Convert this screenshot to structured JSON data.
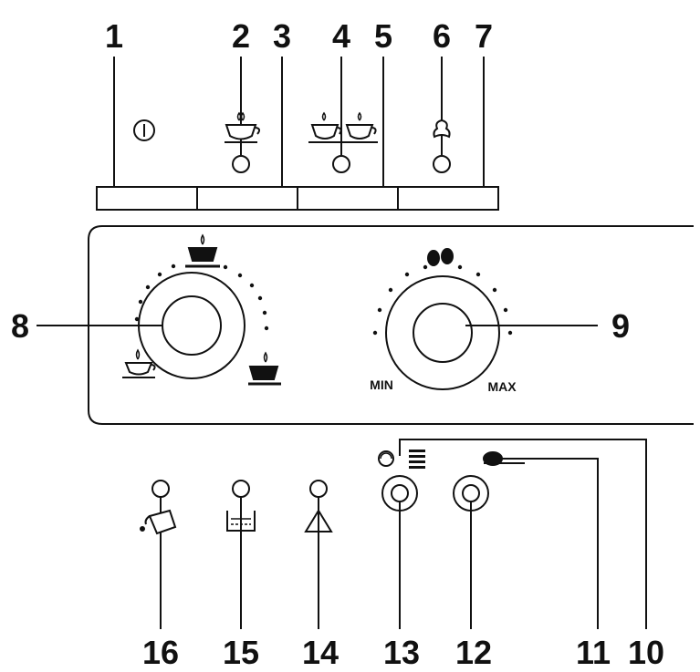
{
  "callouts": {
    "c1": "1",
    "c2": "2",
    "c3": "3",
    "c4": "4",
    "c5": "5",
    "c6": "6",
    "c7": "7",
    "c8": "8",
    "c9": "9",
    "c10": "10",
    "c11": "11",
    "c12": "12",
    "c13": "13",
    "c14": "14",
    "c15": "15",
    "c16": "16"
  },
  "grind_dial": {
    "min_label": "MIN",
    "max_label": "MAX"
  }
}
